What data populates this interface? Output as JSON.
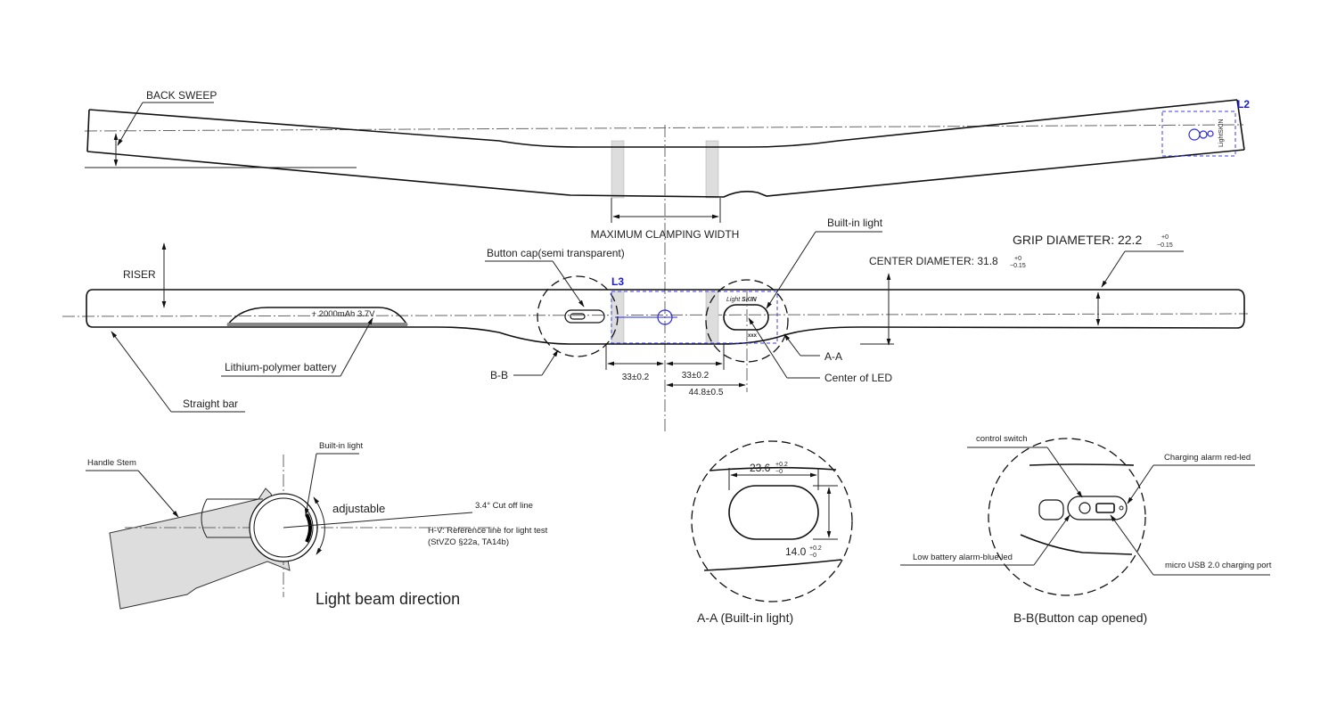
{
  "top_view": {
    "back_sweep": "BACK SWEEP",
    "max_clamping_width": "MAXIMUM CLAMPING WIDTH",
    "l2_label": "L2",
    "logo_text": "LightSKIN"
  },
  "front_view": {
    "riser": "RISER",
    "battery_text": "+ 2000mAh 3.7V",
    "battery_label": "Lithium-polymer battery",
    "straight_bar": "Straight bar",
    "button_cap": "Button cap(semi transparent)",
    "l3_label": "L3",
    "builtin_light": "Built-in light",
    "logo_light": "Light",
    "logo_skin": "SKIN",
    "logo_xxx": "xxx",
    "center_diameter": "CENTER DIAMETER: 31.8",
    "center_tol_plus": "+0",
    "center_tol_minus": "−0.15",
    "grip_diameter": "GRIP DIAMETER: 22.2",
    "grip_tol_plus": "+0",
    "grip_tol_minus": "−0.15",
    "section_aa": "A-A",
    "section_bb": "B-B",
    "center_led": "Center of LED",
    "dim_left": "33±0.2",
    "dim_right": "33±0.2",
    "dim_led": "44.8±0.5"
  },
  "beam_view": {
    "handle_stem": "Handle Stem",
    "builtin_light": "Built-in light",
    "adjustable": "adjustable",
    "cutoff": "3.4° Cut off line",
    "hv_line1": "H-V: Reference line for light test",
    "hv_line2": "(StVZO §22a, TA14b)",
    "title": "Light beam direction"
  },
  "aa_view": {
    "width": "23.6",
    "width_tol_plus": "+0.2",
    "width_tol_minus": "−0",
    "height": "14.0",
    "height_tol_plus": "+0.2",
    "height_tol_minus": "−0",
    "title": "A-A (Built-in light)"
  },
  "bb_view": {
    "control_switch": "control switch",
    "charging_alarm": "Charging alarm red-led",
    "low_battery": "Low battery alarm-blue led",
    "usb_port": "micro USB 2.0 charging port",
    "title": "B-B(Button cap opened)"
  },
  "colors": {
    "annotation_blue": "#2a2ae0",
    "line": "#111111"
  }
}
